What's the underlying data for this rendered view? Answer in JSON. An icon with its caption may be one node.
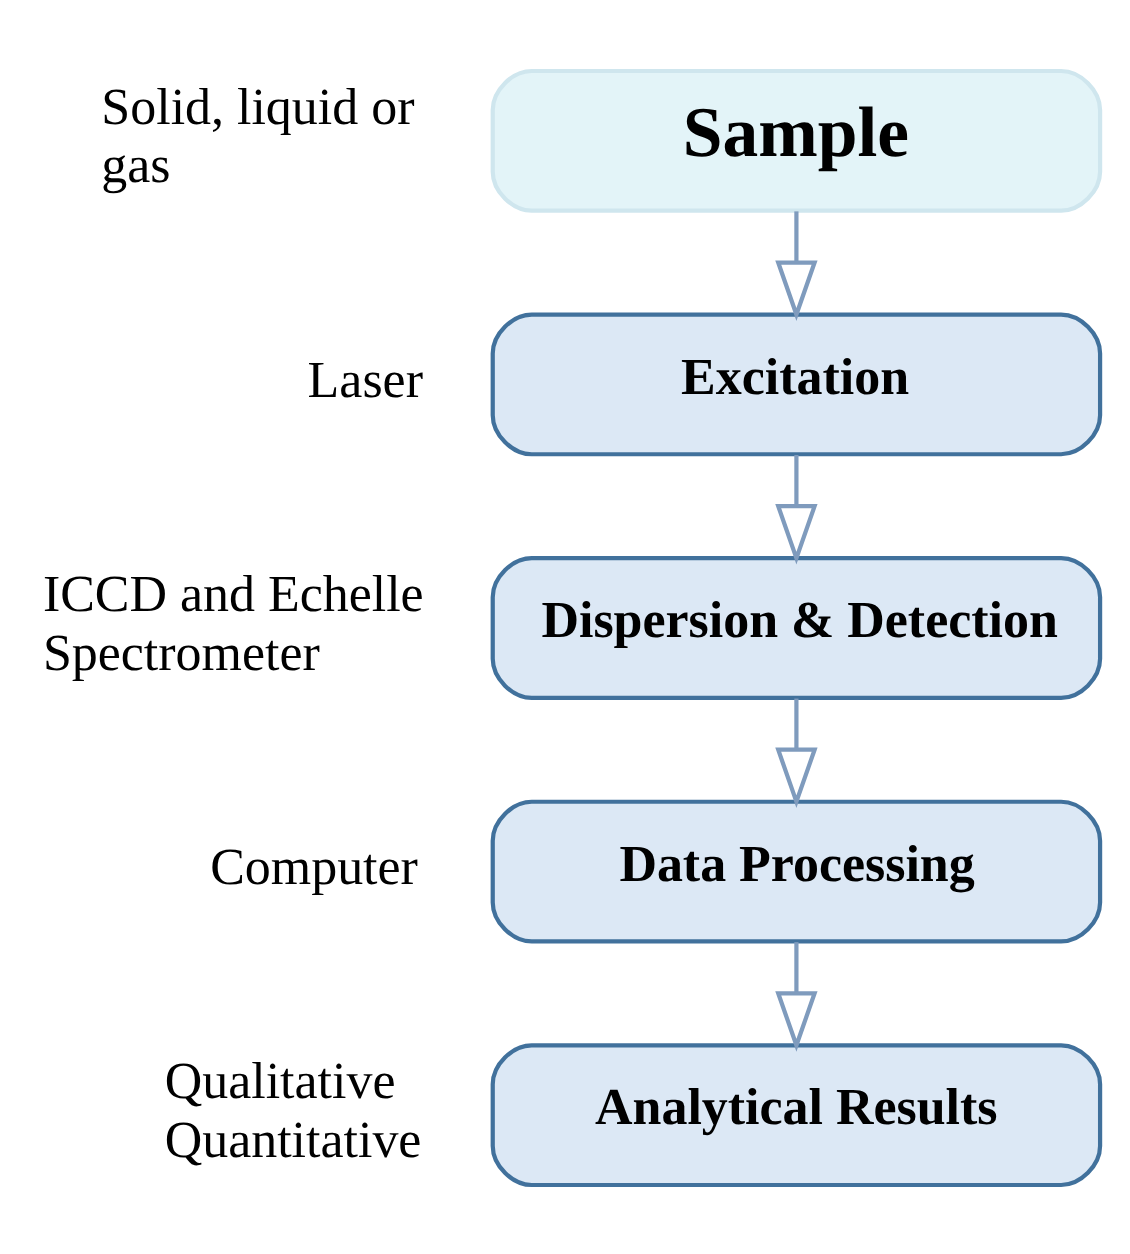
{
  "diagram": {
    "nodes": [
      {
        "text": [
          "Sample"
        ],
        "beside": [
          "Solid, liquid or gas"
        ]
      },
      {
        "text": [
          "Excitation"
        ],
        "beside": [
          "Laser"
        ]
      },
      {
        "text": [
          "Dispersion & Detection"
        ],
        "beside": [
          "ICCD and Echelle Spectrometer"
        ]
      },
      {
        "text": [
          "Data Processing"
        ],
        "beside": [
          "Computer"
        ]
      },
      {
        "text": [
          "Analytical Results"
        ],
        "beside": [
          "Qualitative",
          "Quantitative"
        ]
      }
    ],
    "edges": [
      {
        "from": 0,
        "to": 1,
        "arrow": "to"
      },
      {
        "from": 1,
        "to": 2,
        "arrow": "to"
      },
      {
        "from": 2,
        "to": 3,
        "arrow": "to"
      },
      {
        "from": 3,
        "to": 4,
        "arrow": "to"
      }
    ]
  }
}
